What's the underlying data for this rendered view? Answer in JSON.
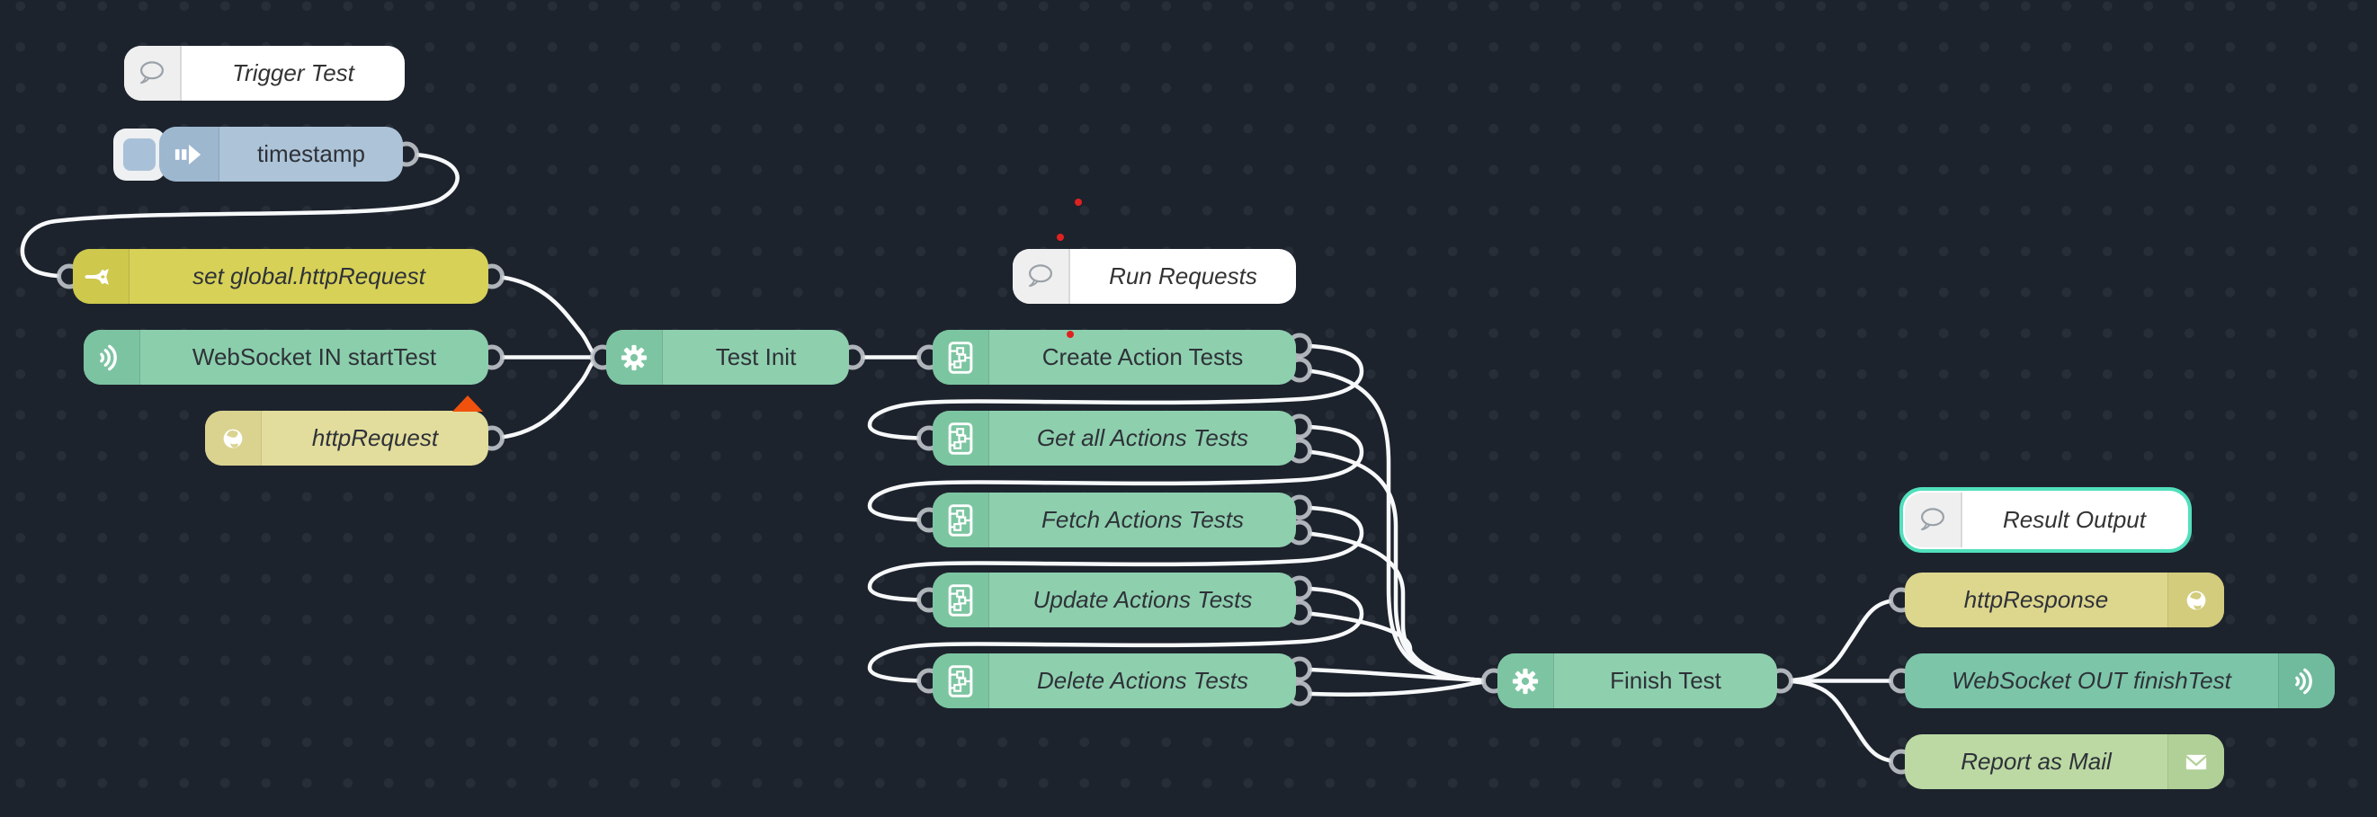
{
  "app": {
    "name": "Node-RED flow editor canvas"
  },
  "canvas": {
    "background_color": "#1d232d",
    "grid_dot_color": "#272e38",
    "wire_color": "#f7f8f9",
    "port_ring_color": "#c9ced4",
    "selection_color": "#52dfbc",
    "error_color": "#f0520e"
  },
  "palette": {
    "comment": "#ffffff",
    "inject": "#adc3d8",
    "change": "#d7d158",
    "websocket_in": "#8bceac",
    "websocket_out": "#7cc5a9",
    "http_request": "#e3dd9d",
    "http_response": "#ddd68d",
    "function": "#8ecfae",
    "subflow": "#8ecfae",
    "email": "#bcd9a4"
  },
  "nodes": [
    {
      "id": "trigger-test",
      "type": "comment",
      "label": "Trigger Test",
      "icon": "speech-bubble-icon",
      "inputs": 0,
      "outputs": 0
    },
    {
      "id": "timestamp",
      "type": "inject",
      "label": "timestamp",
      "icon": "inject-arrow-icon",
      "inputs": 0,
      "outputs": 1
    },
    {
      "id": "set-global-httprequest",
      "type": "change",
      "label": "set global.httpRequest",
      "icon": "fork-icon",
      "inputs": 1,
      "outputs": 1
    },
    {
      "id": "websocket-in-starttest",
      "type": "websocket-in",
      "label": "WebSocket IN startTest",
      "icon": "websocket-waves-icon",
      "inputs": 0,
      "outputs": 1
    },
    {
      "id": "httprequest",
      "type": "http-request",
      "label": "httpRequest",
      "icon": "globe-icon",
      "inputs": 0,
      "outputs": 1,
      "error_badge": true
    },
    {
      "id": "test-init",
      "type": "function",
      "label": "Test Init",
      "icon": "gear-icon",
      "inputs": 1,
      "outputs": 1
    },
    {
      "id": "run-requests",
      "type": "comment",
      "label": "Run Requests",
      "icon": "speech-bubble-icon",
      "inputs": 0,
      "outputs": 0
    },
    {
      "id": "create-action-tests",
      "type": "subflow",
      "label": "Create Action Tests",
      "icon": "subflow-icon",
      "inputs": 1,
      "outputs": 2
    },
    {
      "id": "get-all-actions-tests",
      "type": "subflow",
      "label": "Get all Actions Tests",
      "icon": "subflow-icon",
      "inputs": 1,
      "outputs": 2
    },
    {
      "id": "fetch-actions-tests",
      "type": "subflow",
      "label": "Fetch Actions Tests",
      "icon": "subflow-icon",
      "inputs": 1,
      "outputs": 2
    },
    {
      "id": "update-actions-tests",
      "type": "subflow",
      "label": "Update Actions Tests",
      "icon": "subflow-icon",
      "inputs": 1,
      "outputs": 2
    },
    {
      "id": "delete-actions-tests",
      "type": "subflow",
      "label": "Delete Actions Tests",
      "icon": "subflow-icon",
      "inputs": 1,
      "outputs": 2
    },
    {
      "id": "finish-test",
      "type": "function",
      "label": "Finish Test",
      "icon": "gear-icon",
      "inputs": 1,
      "outputs": 1
    },
    {
      "id": "result-output",
      "type": "comment",
      "label": "Result Output",
      "icon": "speech-bubble-icon",
      "inputs": 0,
      "outputs": 0,
      "selected": true
    },
    {
      "id": "httpresponse",
      "type": "http-response",
      "label": "httpResponse",
      "icon": "globe-icon",
      "inputs": 1,
      "outputs": 0
    },
    {
      "id": "websocket-out-finishtest",
      "type": "websocket-out",
      "label": "WebSocket OUT finishTest",
      "icon": "websocket-waves-icon",
      "inputs": 1,
      "outputs": 0
    },
    {
      "id": "report-as-mail",
      "type": "email",
      "label": "Report as Mail",
      "icon": "envelope-icon",
      "inputs": 1,
      "outputs": 0
    }
  ],
  "wires": [
    {
      "from": "timestamp",
      "to": "set-global-httprequest"
    },
    {
      "from": "set-global-httprequest",
      "to": "test-init"
    },
    {
      "from": "websocket-in-starttest",
      "to": "test-init"
    },
    {
      "from": "httprequest",
      "to": "test-init"
    },
    {
      "from": "test-init",
      "to": "create-action-tests"
    },
    {
      "from": "create-action-tests:1",
      "to": "get-all-actions-tests"
    },
    {
      "from": "create-action-tests:2",
      "to": "finish-test"
    },
    {
      "from": "get-all-actions-tests:1",
      "to": "fetch-actions-tests"
    },
    {
      "from": "get-all-actions-tests:2",
      "to": "finish-test"
    },
    {
      "from": "fetch-actions-tests:1",
      "to": "update-actions-tests"
    },
    {
      "from": "fetch-actions-tests:2",
      "to": "finish-test"
    },
    {
      "from": "update-actions-tests:1",
      "to": "delete-actions-tests"
    },
    {
      "from": "update-actions-tests:2",
      "to": "finish-test"
    },
    {
      "from": "delete-actions-tests:1",
      "to": "finish-test"
    },
    {
      "from": "delete-actions-tests:2",
      "to": "finish-test"
    },
    {
      "from": "finish-test",
      "to": "httpresponse"
    },
    {
      "from": "finish-test",
      "to": "websocket-out-finishtest"
    },
    {
      "from": "finish-test",
      "to": "report-as-mail"
    }
  ]
}
